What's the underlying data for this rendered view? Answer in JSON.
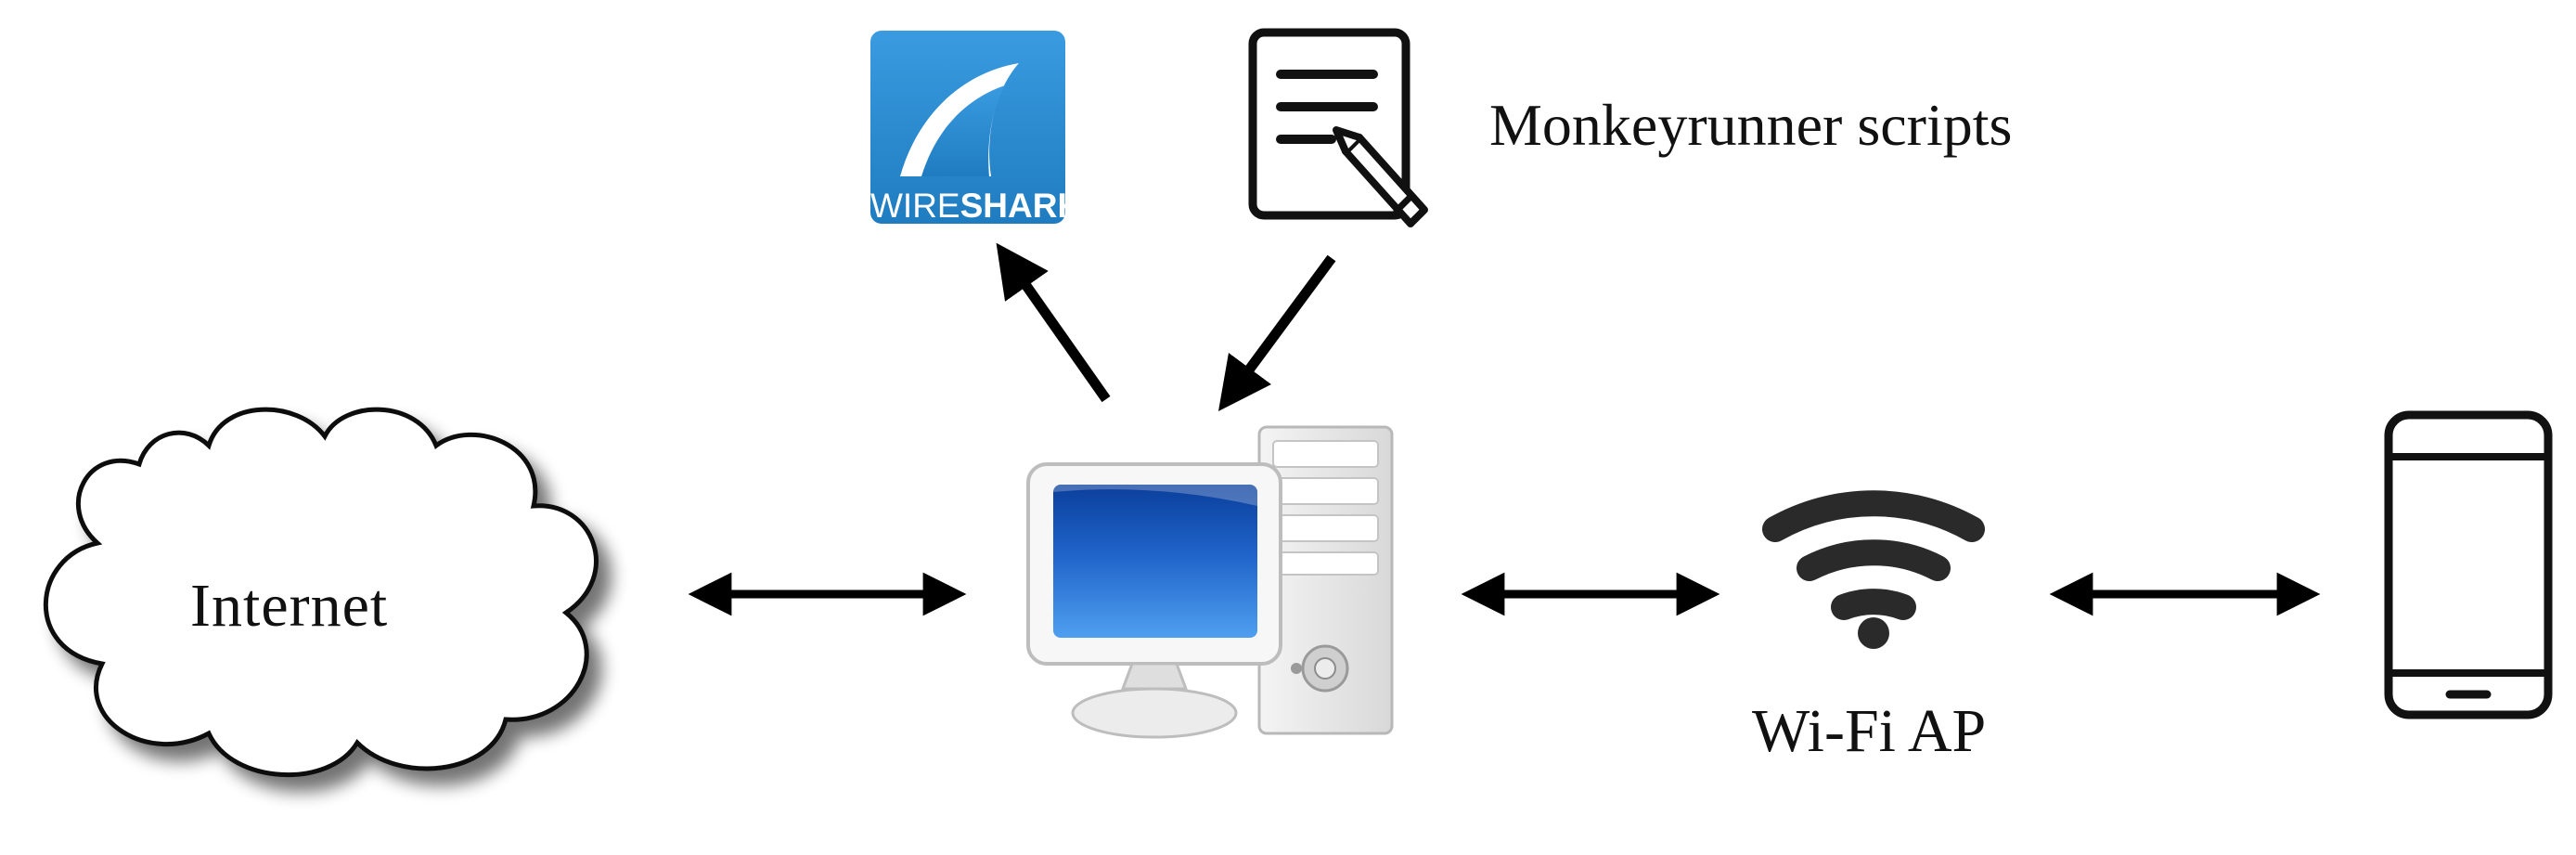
{
  "nodes": {
    "internet": {
      "label": "Internet",
      "icon": "cloud-icon"
    },
    "wireshark": {
      "logo_text_light": "WIRE",
      "logo_text_bold": "SHARK",
      "icon": "wireshark-logo-icon"
    },
    "scripts": {
      "label": "Monkeyrunner scripts",
      "icon": "document-pen-icon"
    },
    "computer": {
      "icon": "desktop-computer-icon"
    },
    "wifi": {
      "label": "Wi-Fi AP",
      "icon": "wifi-icon"
    },
    "phone": {
      "icon": "smartphone-icon"
    }
  },
  "colors": {
    "wireshark_blue": "#2b8fd0",
    "arrow": "#000000",
    "screen_blue": "#1f63c9",
    "icon_dark": "#2a2a2a"
  }
}
